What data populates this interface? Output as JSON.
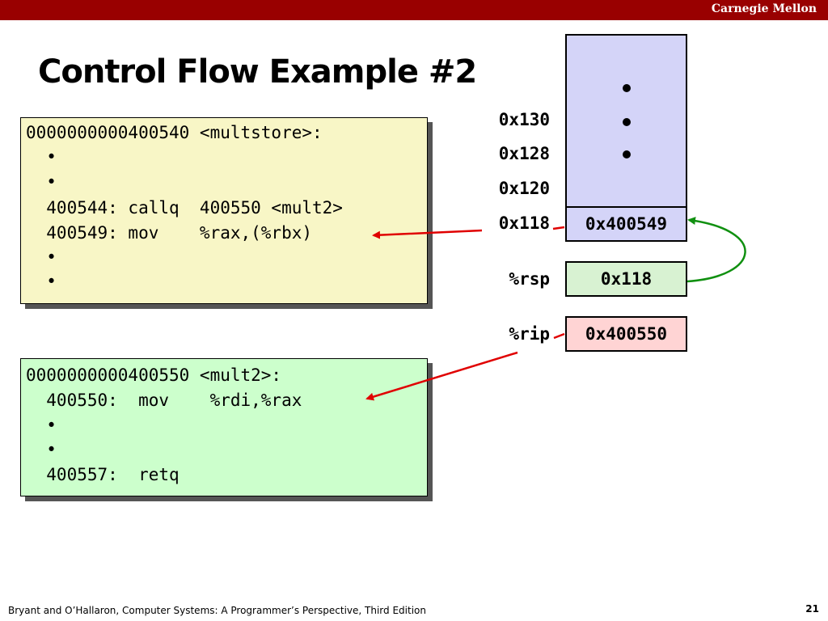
{
  "header": {
    "brand": "Carnegie Mellon",
    "accent_color": "#990000"
  },
  "slide": {
    "title": "Control Flow Example #2",
    "page_number": "21"
  },
  "footer": {
    "citation": "Bryant and O’Hallaron, Computer Systems: A Programmer’s Perspective, Third Edition"
  },
  "code_multstore": {
    "background": "#f8f6c6",
    "lines": [
      "0000000000400540 <multstore>:",
      "  •",
      "  •",
      "  400544: callq  400550 <mult2>",
      "  400549: mov    %rax,(%rbx)",
      "  •",
      "  •"
    ]
  },
  "code_mult2": {
    "background": "#ccffcc",
    "lines": [
      "0000000000400550 <mult2>:",
      "  400550:  mov    %rdi,%rax",
      "  •",
      "  •",
      "  400557:  retq"
    ]
  },
  "stack": {
    "addresses": [
      "0x130",
      "0x128",
      "0x120",
      "0x118"
    ],
    "top_cell_value": "0x400549",
    "fill_color": "#d4d4f8"
  },
  "registers": {
    "rsp": {
      "label": "%rsp",
      "value": "0x118",
      "color": "#d8f2d2"
    },
    "rip": {
      "label": "%rip",
      "value": "0x400550",
      "color": "#ffd4d4"
    }
  },
  "arrows": {
    "red": "#e00000",
    "green": "#109010"
  }
}
